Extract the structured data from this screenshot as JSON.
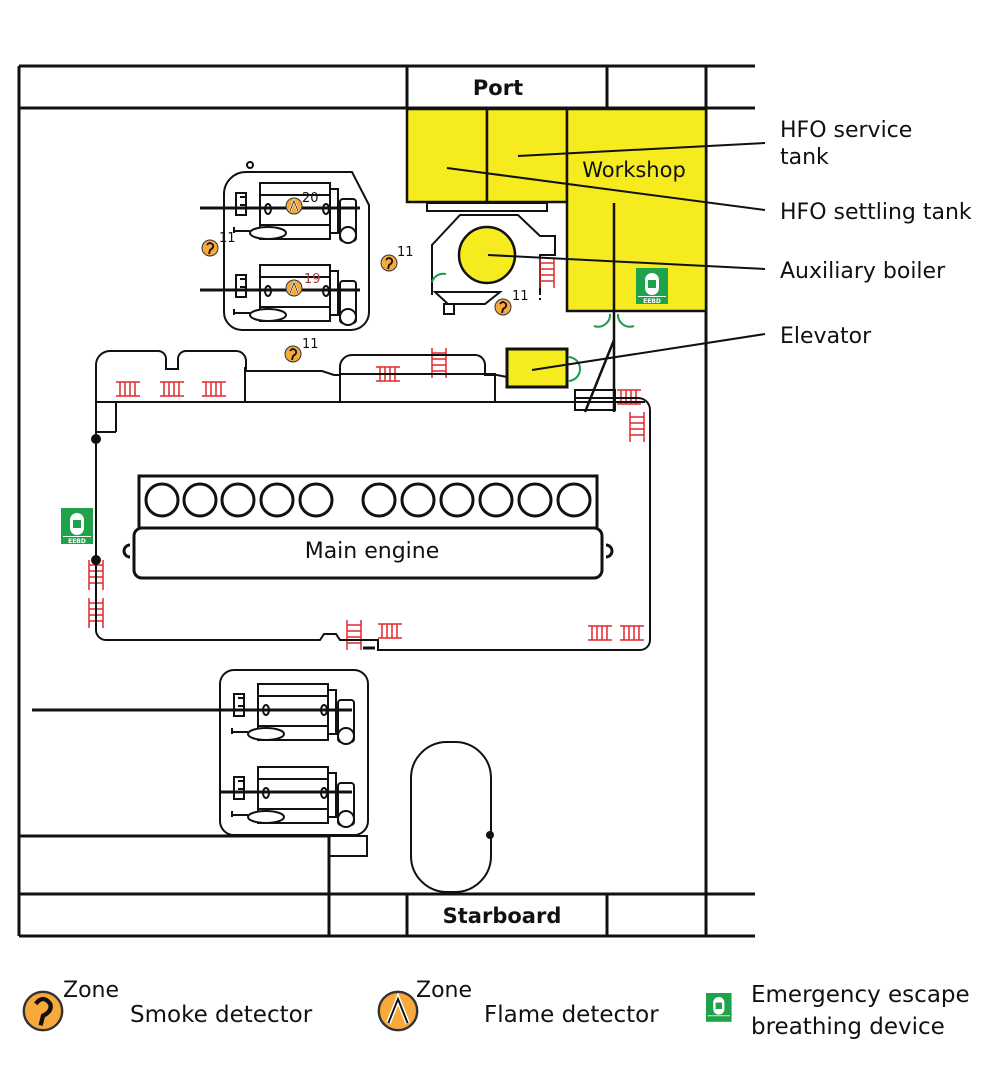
{
  "title": "Engine room fire detection plan",
  "sides": {
    "port": "Port",
    "starboard": "Starboard"
  },
  "rooms": {
    "workshop": "Workshop",
    "main_engine": "Main engine"
  },
  "callouts": [
    {
      "id": "hfo-service",
      "lines": [
        "HFO service",
        "tank"
      ]
    },
    {
      "id": "hfo-settling",
      "lines": [
        "HFO settling tank"
      ]
    },
    {
      "id": "aux-boiler",
      "lines": [
        "Auxiliary boiler"
      ]
    },
    {
      "id": "elevator",
      "lines": [
        "Elevator"
      ]
    }
  ],
  "detectors": {
    "smoke": [
      {
        "zone": "11",
        "where": "left of upper generators"
      },
      {
        "zone": "11",
        "where": "right of upper generators"
      },
      {
        "zone": "11",
        "where": "near auxiliary boiler"
      },
      {
        "zone": "11",
        "where": "above engine platform"
      }
    ],
    "flame": [
      {
        "zone": "20",
        "where": "generator 1"
      },
      {
        "zone": "19",
        "where": "generator 2"
      }
    ]
  },
  "eebd_label": "EEBD",
  "legend": {
    "zone_label": "Zone",
    "smoke": "Smoke detector",
    "flame": "Flame detector",
    "eebd_line1": "Emergency escape",
    "eebd_line2": "breathing device"
  },
  "colors": {
    "tank_yellow": "#f5eb1e",
    "detector_orange": "#f7a93b",
    "ladder_red": "#e0282b",
    "eebd_green": "#1fa34a",
    "door_green": "#1f9a4a",
    "zone19_text": "#a33a3a"
  }
}
